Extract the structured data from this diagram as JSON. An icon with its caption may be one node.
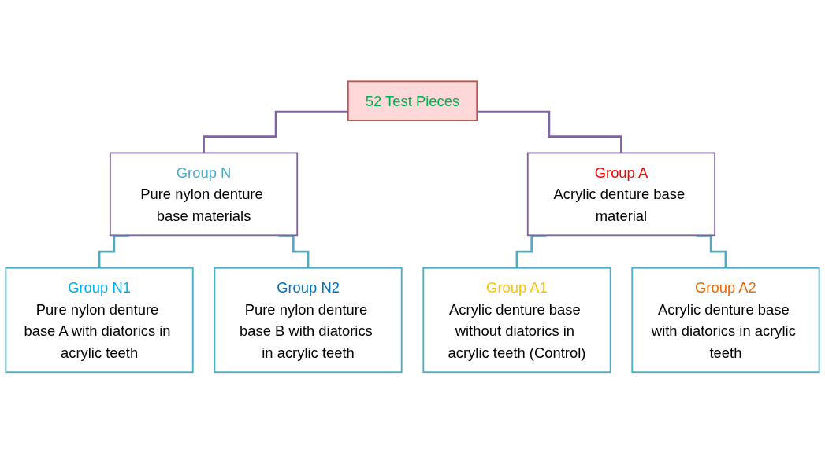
{
  "diagram": {
    "nodes": [
      {
        "text": [
          "52 Test Pieces"
        ]
      },
      {
        "text": [
          "Group N",
          "Pure nylon denture base materials"
        ]
      },
      {
        "text": [
          "Group A",
          "Acrylic denture base material"
        ]
      },
      {
        "text": [
          "Group N1",
          "Pure nylon denture base A with diatorics in acrylic teeth"
        ]
      },
      {
        "text": [
          "Group N2",
          "Pure nylon denture base B with diatorics in acrylic teeth"
        ]
      },
      {
        "text": [
          "Group A1",
          "Acrylic denture base without diatorics in acrylic teeth (Control)"
        ]
      },
      {
        "text": [
          "Group A2",
          "Acrylic denture base with diatorics in acrylic teeth"
        ]
      }
    ],
    "edges": [
      {
        "from": 0,
        "to": 1,
        "arrow": "none",
        "color": "#7f63a1"
      },
      {
        "from": 0,
        "to": 2,
        "arrow": "none",
        "color": "#7f63a1"
      },
      {
        "from": 1,
        "to": 3,
        "arrow": "none"
      },
      {
        "from": 1,
        "to": 4,
        "arrow": "none"
      },
      {
        "from": 2,
        "to": 5,
        "arrow": "none"
      },
      {
        "from": 2,
        "to": 6,
        "arrow": "none"
      }
    ]
  }
}
